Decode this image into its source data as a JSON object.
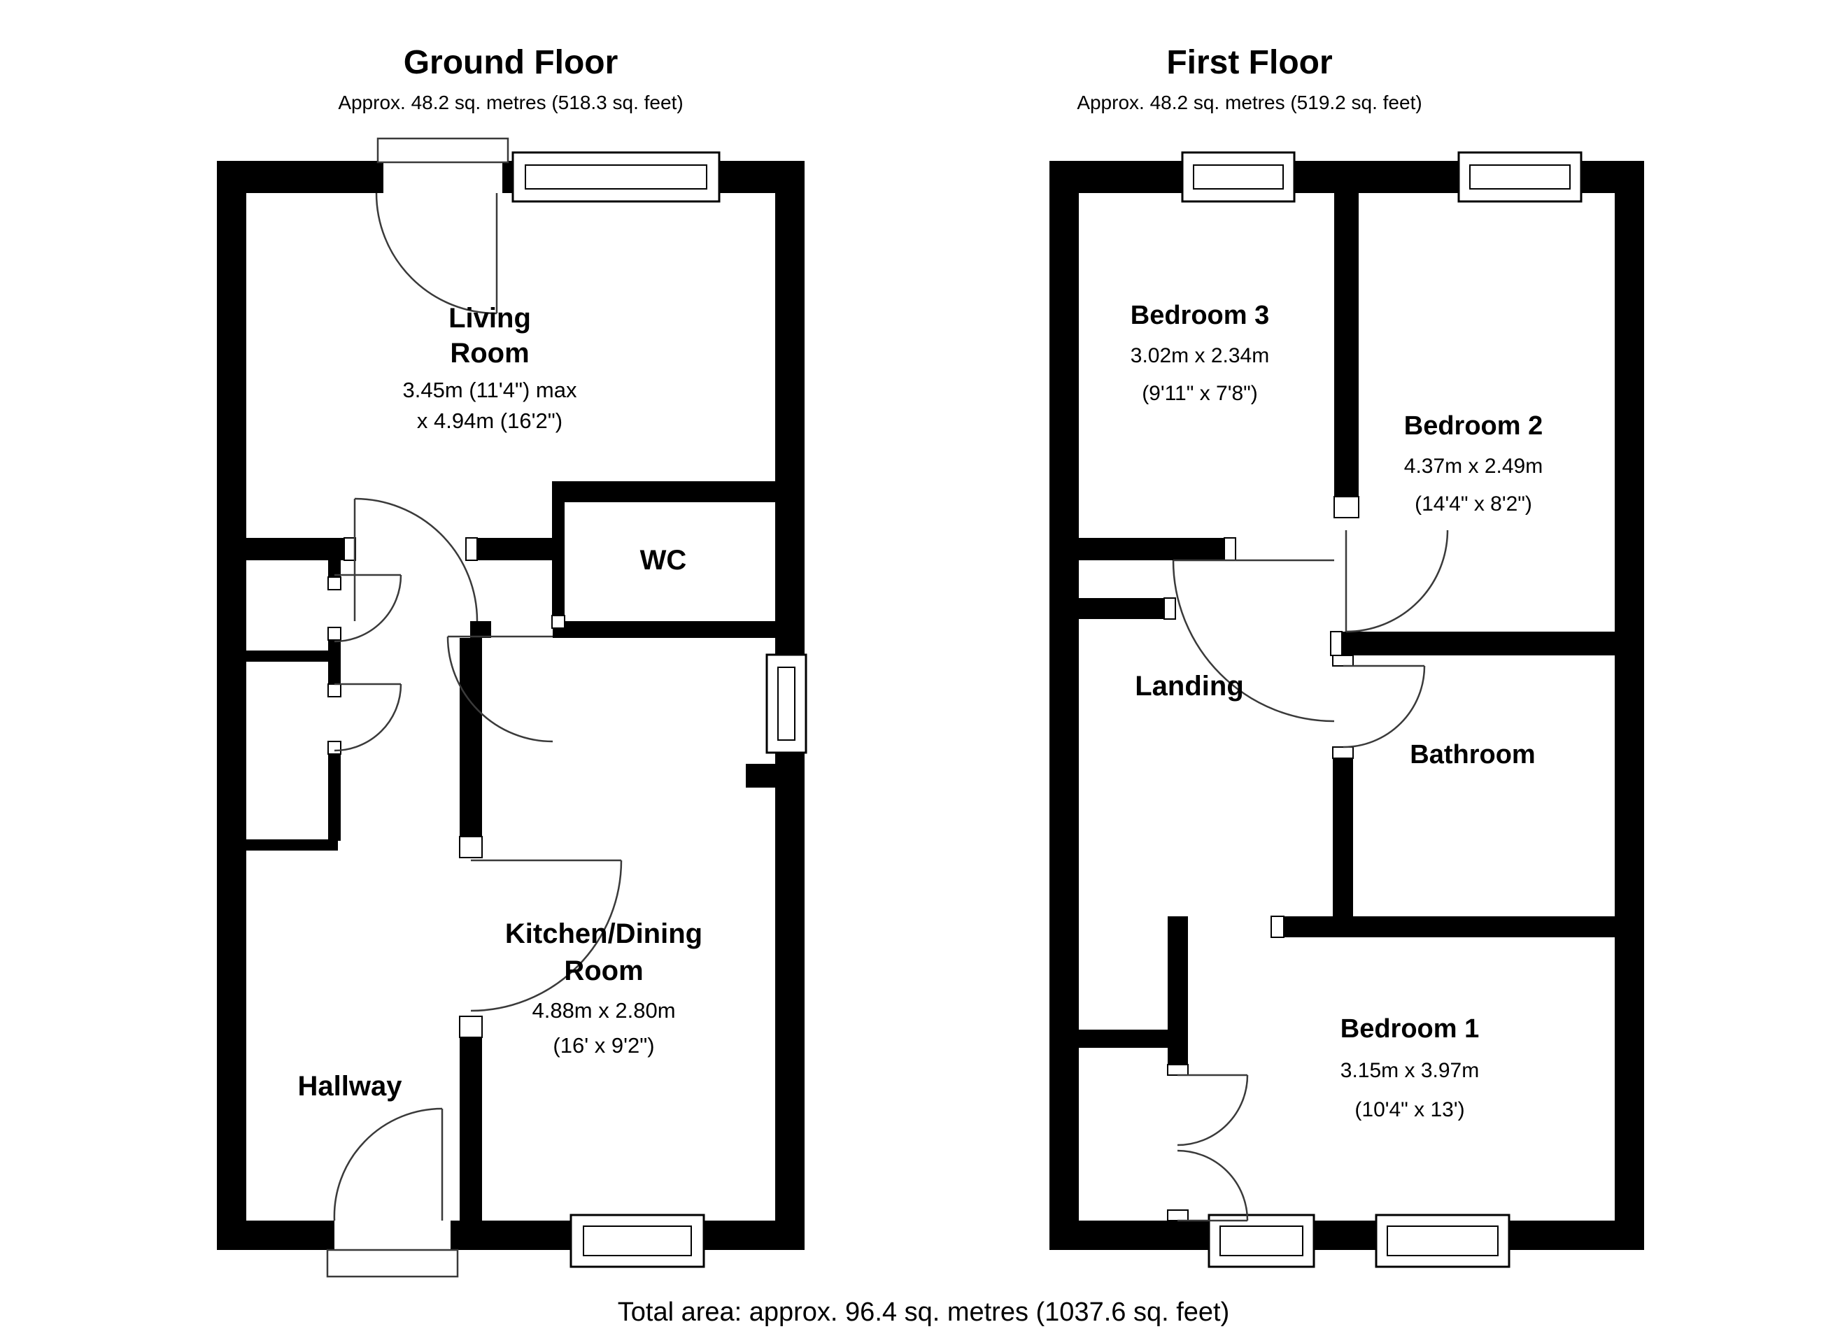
{
  "ground_floor": {
    "title": "Ground Floor",
    "subtitle": "Approx. 48.2 sq. metres (518.3 sq. feet)",
    "rooms": {
      "living_room": {
        "name_line1": "Living",
        "name_line2": "Room",
        "dims_line1": "3.45m (11'4\") max",
        "dims_line2": "x 4.94m (16'2\")"
      },
      "wc": {
        "name": "WC"
      },
      "kitchen_dining": {
        "name_line1": "Kitchen/Dining",
        "name_line2": "Room",
        "dims_line1": "4.88m x 2.80m",
        "dims_line2": "(16' x 9'2\")"
      },
      "hallway": {
        "name": "Hallway"
      }
    }
  },
  "first_floor": {
    "title": "First Floor",
    "subtitle": "Approx. 48.2 sq. metres (519.2 sq. feet)",
    "rooms": {
      "bedroom_3": {
        "name": "Bedroom 3",
        "dims_line1": "3.02m x 2.34m",
        "dims_line2": "(9'11\" x 7'8\")"
      },
      "bedroom_2": {
        "name": "Bedroom 2",
        "dims_line1": "4.37m x 2.49m",
        "dims_line2": "(14'4\" x 8'2\")"
      },
      "landing": {
        "name": "Landing"
      },
      "bathroom": {
        "name": "Bathroom"
      },
      "bedroom_1": {
        "name": "Bedroom 1",
        "dims_line1": "3.15m x 3.97m",
        "dims_line2": "(10'4\" x 13')"
      }
    }
  },
  "footer": {
    "total_area": "Total area: approx. 96.4 sq. metres (1037.6 sq. feet)"
  },
  "colors": {
    "wall": "#000000",
    "door_line": "#3a3a3a",
    "background": "#ffffff"
  }
}
